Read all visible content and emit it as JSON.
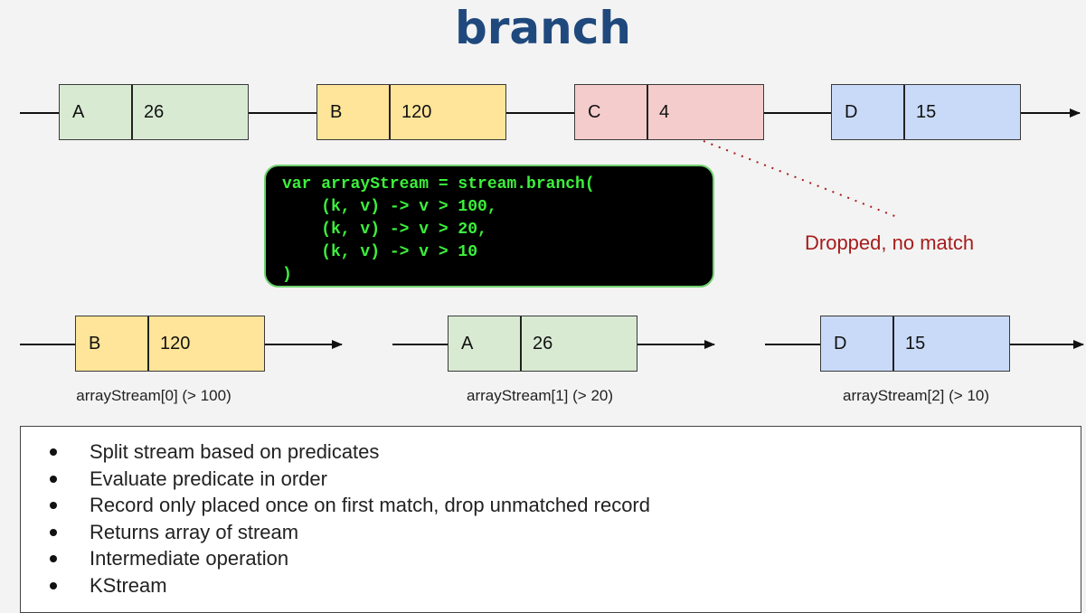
{
  "title": "branch",
  "input_stream": [
    {
      "key": "A",
      "value": "26",
      "color": "#d9ead3"
    },
    {
      "key": "B",
      "value": "120",
      "color": "#ffe599"
    },
    {
      "key": "C",
      "value": "4",
      "color": "#f4cccc"
    },
    {
      "key": "D",
      "value": "15",
      "color": "#c9daf8"
    }
  ],
  "code_lines": [
    "var arrayStream = stream.branch(",
    "    (k, v) -> v > 100,",
    "    (k, v) -> v > 20,",
    "    (k, v) -> v > 10",
    ")"
  ],
  "dropped_label": "Dropped, no match",
  "output_streams": [
    {
      "key": "B",
      "value": "120",
      "caption": "arrayStream[0] (> 100)"
    },
    {
      "key": "A",
      "value": "26",
      "caption": "arrayStream[1] (> 20)"
    },
    {
      "key": "D",
      "value": "15",
      "caption": "arrayStream[2] (> 10)"
    }
  ],
  "bullets": [
    "Split stream based on predicates",
    "Evaluate predicate in order",
    "Record only placed once on first match, drop unmatched record",
    "Returns array of stream",
    "Intermediate operation",
    "KStream"
  ],
  "colors": {
    "title": "#1f497d",
    "code_text": "#3cf03c",
    "code_border": "#6fd16f",
    "dropped": "#a61c1c"
  }
}
